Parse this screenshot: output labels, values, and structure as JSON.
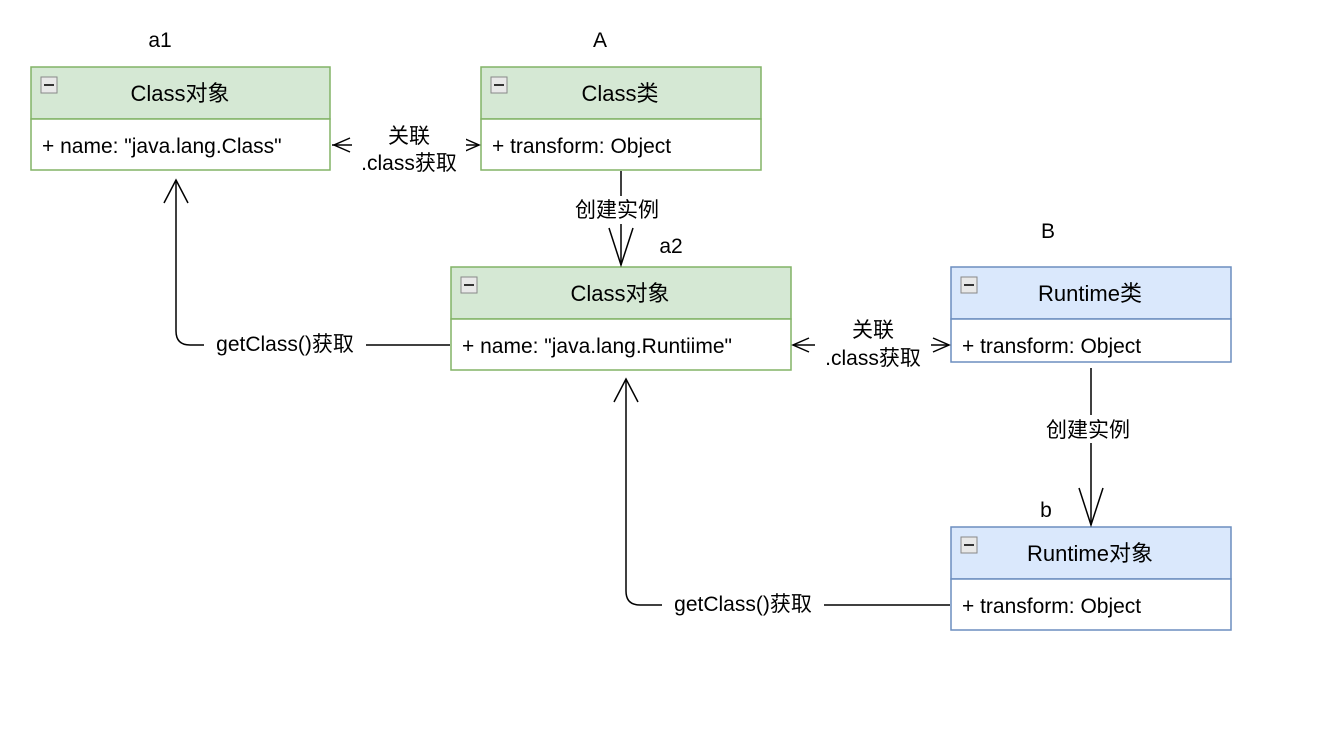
{
  "instance_labels": {
    "a1": "a1",
    "A": "A",
    "a2": "a2",
    "B": "B",
    "b": "b"
  },
  "boxes": {
    "class_obj_a1": {
      "title": "Class对象",
      "attr": "+ name: \"java.lang.Class\"",
      "fill": "#d5e8d4",
      "stroke": "#82b366"
    },
    "class_class_A": {
      "title": "Class类",
      "attr": "+ transform: Object",
      "fill": "#d5e8d4",
      "stroke": "#82b366"
    },
    "class_obj_a2": {
      "title": "Class对象",
      "attr": "+ name: \"java.lang.Runtiime\"",
      "fill": "#d5e8d4",
      "stroke": "#82b366"
    },
    "runtime_class_B": {
      "title": "Runtime类",
      "attr": "+ transform: Object",
      "fill": "#dae8fc",
      "stroke": "#6c8ebf"
    },
    "runtime_obj_b": {
      "title": "Runtime对象",
      "attr": "+ transform: Object",
      "fill": "#dae8fc",
      "stroke": "#6c8ebf"
    }
  },
  "edges": {
    "assoc_top_line1": "关联",
    "assoc_top_line2": ".class获取",
    "assoc_mid_line1": "关联",
    "assoc_mid_line2": ".class获取",
    "create_A": "创建实例",
    "create_B": "创建实例",
    "getclass_a2": "getClass()获取",
    "getclass_b": "getClass()获取"
  }
}
